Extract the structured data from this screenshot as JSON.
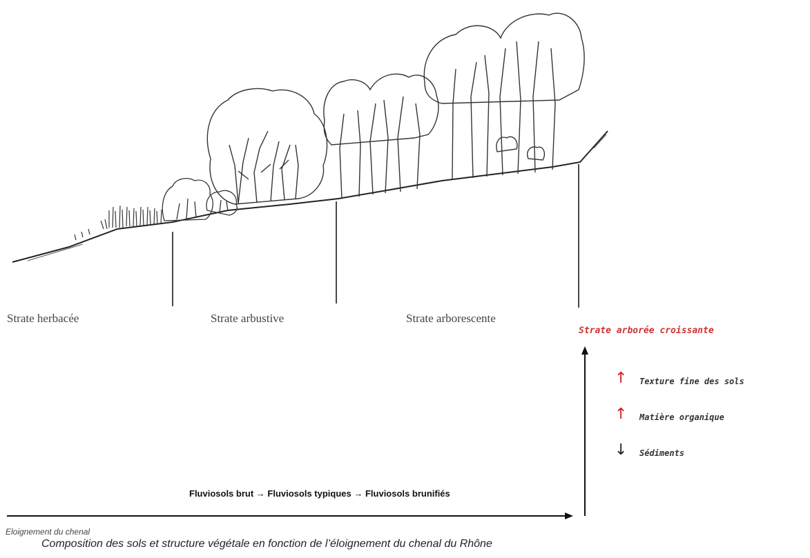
{
  "strata": [
    {
      "label": "Strate herbacée"
    },
    {
      "label": "Strate arbustive"
    },
    {
      "label": "Strate arborescente"
    }
  ],
  "gradient": {
    "title": "Strate arborée croissante",
    "title_color": "#cc3333",
    "indicators": [
      {
        "direction": "up",
        "label": "Texture fine des sols",
        "color": "#cc2222"
      },
      {
        "direction": "up",
        "label": "Matière organique",
        "color": "#cc2222"
      },
      {
        "direction": "down",
        "label": "Sédiments",
        "color": "#222222"
      }
    ]
  },
  "soil_sequence": "Fluviosols brut → Fluviosols typiques → Fluviosols brunifiés",
  "x_axis_label": "Eloignement du chenal",
  "caption": "Composition des sols et structure végétale en fonction de l’éloignement du chenal du Rhône"
}
